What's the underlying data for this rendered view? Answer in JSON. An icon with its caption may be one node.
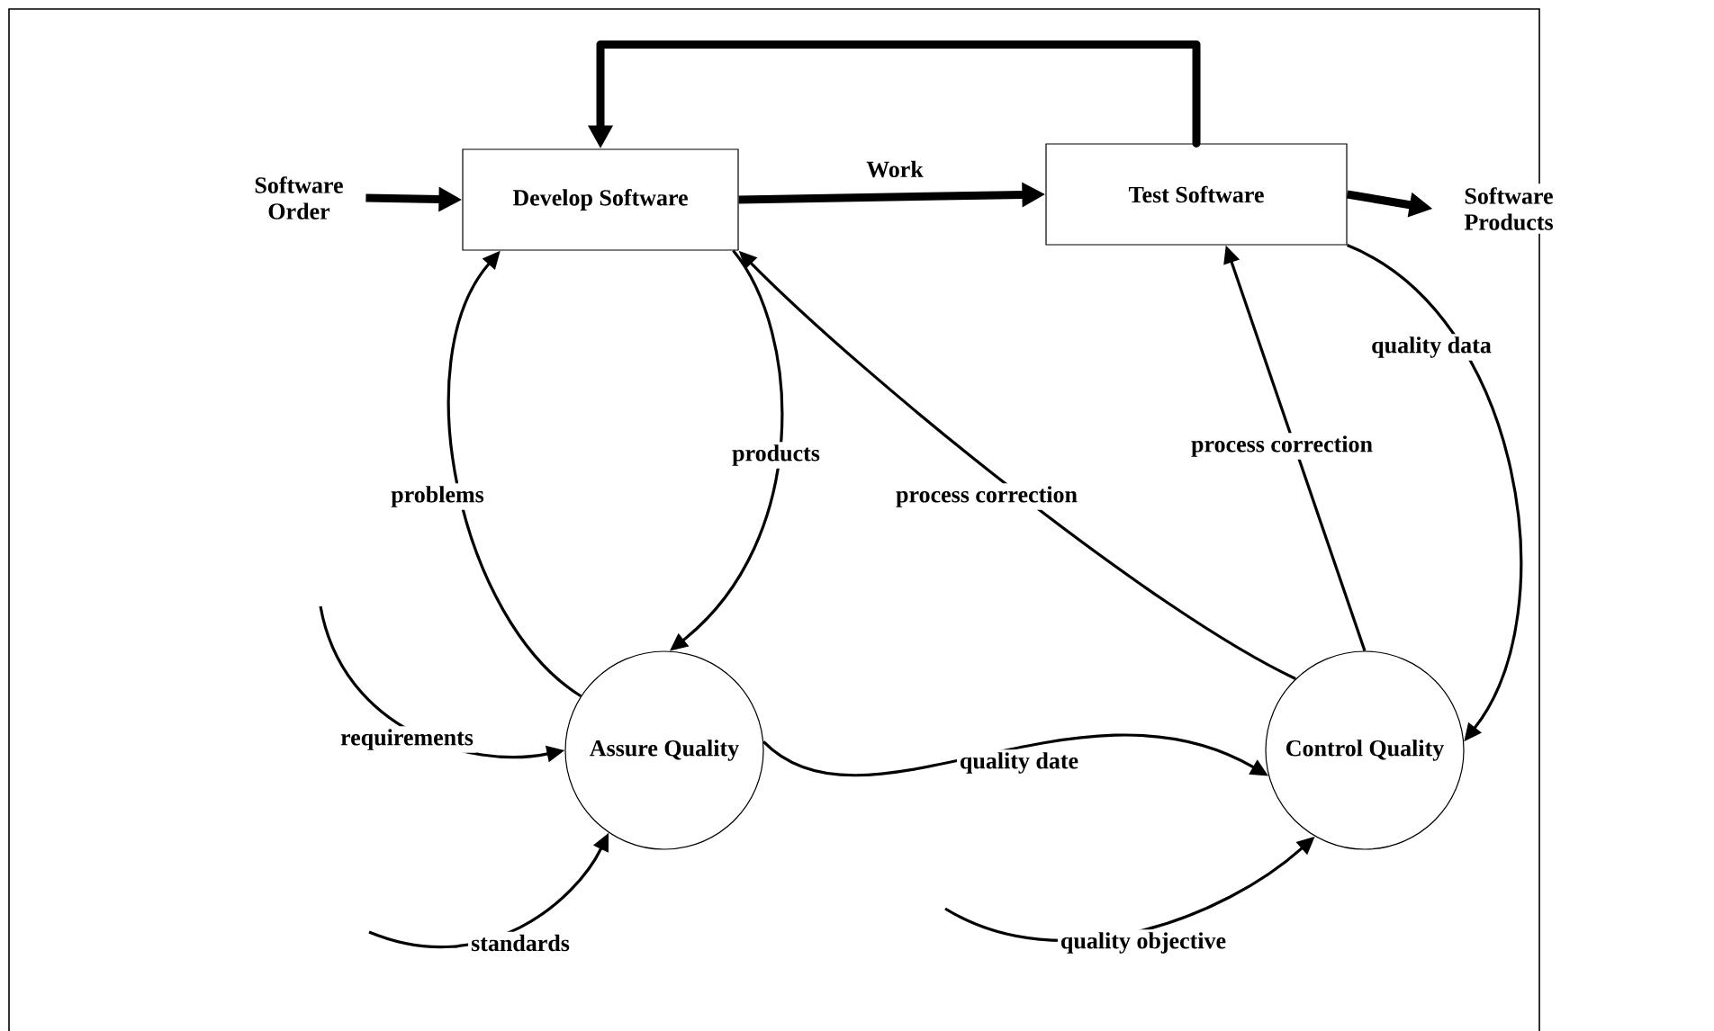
{
  "diagram": {
    "nodes": [
      {
        "text": [
          "Software Order"
        ]
      },
      {
        "text": [
          "Develop Software"
        ]
      },
      {
        "text": [
          "Test Software"
        ]
      },
      {
        "text": [
          "Software Products"
        ]
      },
      {
        "text": [
          "Assure Quality"
        ]
      },
      {
        "text": [
          "Control Quality"
        ]
      }
    ],
    "edges": [
      {
        "from": 0,
        "to": 1,
        "arrow": "to",
        "style": "thick"
      },
      {
        "from": 1,
        "to": 2,
        "arrow": "to",
        "style": "thick",
        "label": "Work"
      },
      {
        "from": 2,
        "to": 3,
        "arrow": "to",
        "style": "thick"
      },
      {
        "from": 2,
        "to": 1,
        "arrow": "to",
        "style": "thick"
      },
      {
        "from": 1,
        "to": 4,
        "arrow": "to",
        "label": "products"
      },
      {
        "from": 4,
        "to": 1,
        "arrow": "to",
        "label": "problems"
      },
      {
        "from": 5,
        "to": 1,
        "arrow": "to",
        "label": "process correction"
      },
      {
        "from": 5,
        "to": 2,
        "arrow": "to",
        "label": "process correction"
      },
      {
        "from": 2,
        "to": 5,
        "arrow": "to",
        "label": "quality data"
      },
      {
        "from": 4,
        "to": 5,
        "arrow": "to",
        "label": "quality date"
      },
      {
        "from": null,
        "to": 4,
        "arrow": "to",
        "label": "requirements"
      },
      {
        "from": null,
        "to": 4,
        "arrow": "to",
        "label": "standards"
      },
      {
        "from": null,
        "to": 5,
        "arrow": "to",
        "label": "quality objective"
      }
    ]
  }
}
